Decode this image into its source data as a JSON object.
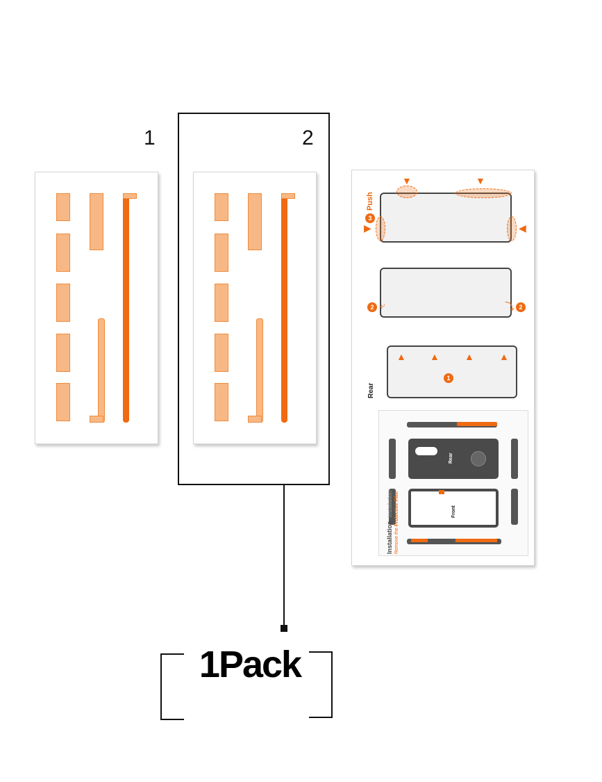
{
  "labels": {
    "one": "1",
    "two": "2",
    "pack": "1Pack"
  },
  "guide": {
    "push_step": "3",
    "push_label": "Push",
    "step_two": "2",
    "step_one": "1",
    "rear_label": "Rear",
    "rear_inner_label": "Rear",
    "front_label": "Front",
    "installation_title": "Installation",
    "installation_subtitle": "Installation",
    "remove_prefix": "Remove the",
    "remove_emphasis": "Protective Film"
  },
  "colors": {
    "accent": "#ef6a12",
    "accent_light": "#f7b886",
    "frame": "#111111"
  }
}
